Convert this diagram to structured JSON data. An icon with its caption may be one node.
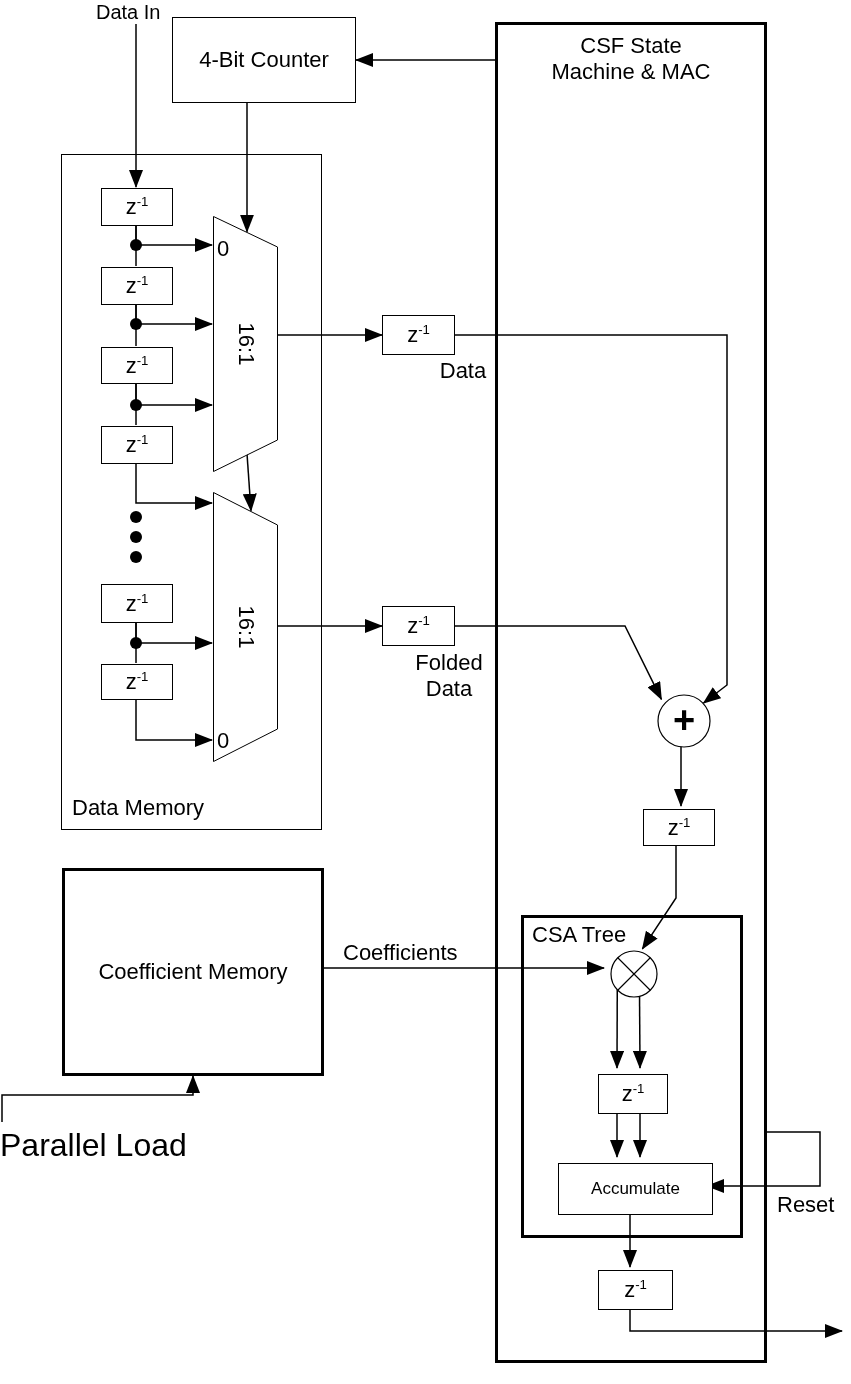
{
  "diagram": {
    "nodes": [
      {
        "text": [
          "Data In"
        ]
      },
      {
        "text": [
          "4-Bit Counter"
        ]
      },
      {
        "text": [
          "CSF State Machine & MAC"
        ]
      },
      {
        "text": [
          "Data Memory"
        ]
      },
      {
        "text": [
          "z$^{-1}$"
        ],
        "in": 3
      },
      {
        "text": [
          "z$^{-1}$"
        ],
        "in": 3
      },
      {
        "text": [
          "z$^{-1}$"
        ],
        "in": 3
      },
      {
        "text": [
          "z$^{-1}$"
        ],
        "in": 3
      },
      {
        "text": [
          "0",
          "16:1"
        ],
        "in": 3
      },
      {
        "text": [
          "z$^{-1}$"
        ],
        "in": 3
      },
      {
        "text": [
          "z$^{-1}$"
        ],
        "in": 3
      },
      {
        "text": [
          "16:1",
          "0"
        ],
        "in": 3
      },
      {
        "text": [
          "z$^{-1}$"
        ],
        "beside": [
          "Data"
        ]
      },
      {
        "text": [
          "z$^{-1}$"
        ],
        "beside": [
          "Folded Data"
        ]
      },
      {
        "text": [
          "+"
        ],
        "in": 2
      },
      {
        "text": [
          "z$^{-1}$"
        ],
        "in": 2
      },
      {
        "text": [
          "CSA Tree"
        ],
        "in": 2
      },
      {
        "text": [],
        "shape": "circle",
        "in": 16
      },
      {
        "text": [
          "z$^{-1}$"
        ],
        "in": 16
      },
      {
        "text": [
          "Accumulate"
        ],
        "in": 16
      },
      {
        "text": [
          "z$^{-1}$"
        ],
        "in": 2
      },
      {
        "text": [
          "Coefficient Memory"
        ]
      },
      {
        "text": [
          "Parallel Load"
        ]
      }
    ],
    "edges": [
      {
        "from": 0,
        "to": 4,
        "arrow": "to"
      },
      {
        "from": 2,
        "to": 1,
        "arrow": "to"
      },
      {
        "from": 1,
        "to": 8,
        "arrow": "to"
      },
      {
        "from": 4,
        "to": 5,
        "arrow": "none"
      },
      {
        "from": 4,
        "to": 8,
        "arrow": "to"
      },
      {
        "from": 5,
        "to": 6,
        "arrow": "none"
      },
      {
        "from": 5,
        "to": 8,
        "arrow": "to"
      },
      {
        "from": 6,
        "to": 7,
        "arrow": "none"
      },
      {
        "from": 6,
        "to": 8,
        "arrow": "to"
      },
      {
        "from": 7,
        "to": 11,
        "arrow": "to"
      },
      {
        "from": 9,
        "to": 10,
        "arrow": "none"
      },
      {
        "from": 9,
        "to": 11,
        "arrow": "to"
      },
      {
        "from": 10,
        "to": 11,
        "arrow": "to"
      },
      {
        "from": 8,
        "to": 11,
        "arrow": "to"
      },
      {
        "from": 8,
        "to": 12,
        "arrow": "to"
      },
      {
        "from": 11,
        "to": 13,
        "arrow": "to"
      },
      {
        "from": 12,
        "to": 14,
        "arrow": "to"
      },
      {
        "from": 13,
        "to": 14,
        "arrow": "to"
      },
      {
        "from": 14,
        "to": 15,
        "arrow": "to"
      },
      {
        "from": 15,
        "to": 17,
        "arrow": "to"
      },
      {
        "from": 21,
        "to": 17,
        "arrow": "to",
        "label": "Coefficients"
      },
      {
        "from": 22,
        "to": 21,
        "arrow": "to"
      },
      {
        "from": 17,
        "to": 18,
        "arrow": "to"
      },
      {
        "from": 17,
        "to": 18,
        "arrow": "to"
      },
      {
        "from": 18,
        "to": 19,
        "arrow": "to"
      },
      {
        "from": 18,
        "to": 19,
        "arrow": "to"
      },
      {
        "from": 19,
        "to": 20,
        "arrow": "to"
      },
      {
        "from": 20,
        "to": null,
        "arrow": "to"
      },
      {
        "from": 2,
        "to": 19,
        "arrow": "to",
        "label": "Reset"
      }
    ]
  }
}
